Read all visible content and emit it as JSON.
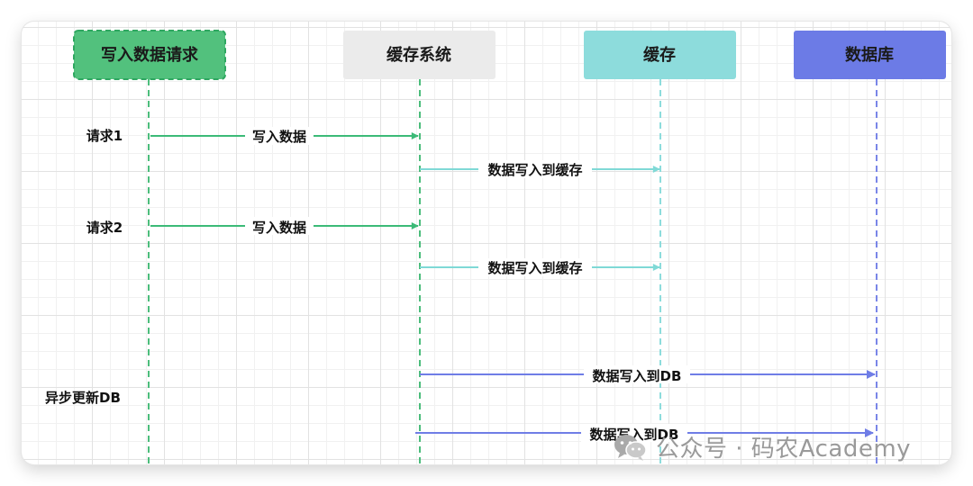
{
  "participants": [
    {
      "label": "写入数据请求",
      "fill": "#52c17d",
      "text_color": "#1a1a1a",
      "border": "#2ea760"
    },
    {
      "label": "缓存系统",
      "fill": "#ebebeb",
      "text_color": "#1a1a1a",
      "border": "#ebebeb"
    },
    {
      "label": "缓存",
      "fill": "#8ddcdc",
      "text_color": "#1a1a1a",
      "border": "#8ddcdc"
    },
    {
      "label": "数据库",
      "fill": "#6c7be6",
      "text_color": "#1a1a1a",
      "border": "#6c7be6"
    }
  ],
  "lifeline_colors": [
    "#4cbd7c",
    "#4cbd7c",
    "#8ddcdc",
    "#7a86e8"
  ],
  "side_labels": {
    "req1": "请求1",
    "req2": "请求2",
    "async": "异步更新DB"
  },
  "messages": [
    {
      "label": "写入数据",
      "color": "#3cba77"
    },
    {
      "label": "数据写入到缓存",
      "color": "#7fd9d6"
    },
    {
      "label": "写入数据",
      "color": "#3cba77"
    },
    {
      "label": "数据写入到缓存",
      "color": "#7fd9d6"
    },
    {
      "label": "数据写入到DB",
      "color": "#6f7de6"
    },
    {
      "label": "数据写入到DB",
      "color": "#6f7de6"
    }
  ],
  "watermark": {
    "icon": "wechat-icon",
    "text": "公众号 · 码农Academy"
  }
}
